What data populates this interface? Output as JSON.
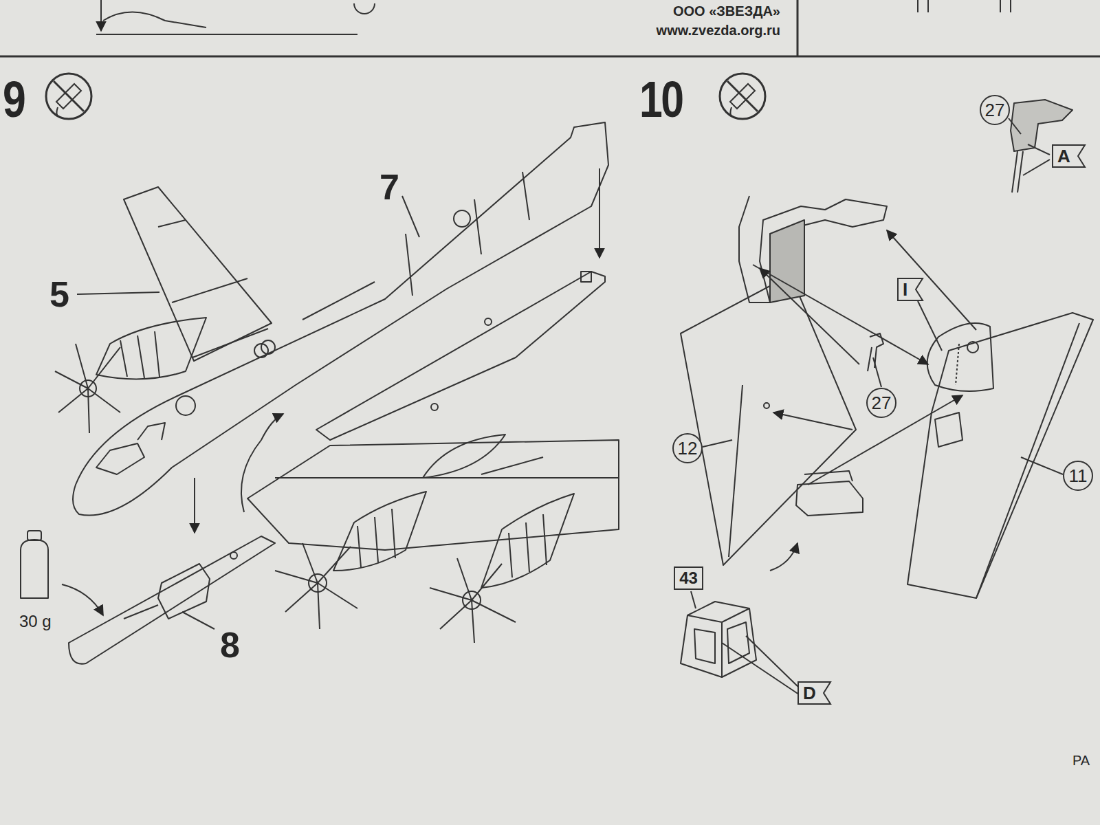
{
  "diagram": {
    "nodes": [
      {
        "text": [
          "9"
        ]
      },
      {
        "text": [
          "10"
        ]
      },
      {
        "text": [
          "27"
        ],
        "in": 1
      },
      {
        "text": [
          "A"
        ],
        "in": 1
      },
      {
        "text": [
          "I"
        ],
        "in": 1
      },
      {
        "text": [
          "27"
        ],
        "in": 1
      },
      {
        "text": [
          "12"
        ],
        "in": 1
      },
      {
        "text": [
          "11"
        ],
        "in": 1
      },
      {
        "text": [
          "43"
        ],
        "in": 1
      },
      {
        "text": [
          "D"
        ],
        "in": 1
      }
    ],
    "labels": [
      "ООО «ЗВЕЗДА»",
      "www.zvezda.org.ru",
      "5",
      "7",
      "8",
      "30 g",
      "PA"
    ]
  }
}
